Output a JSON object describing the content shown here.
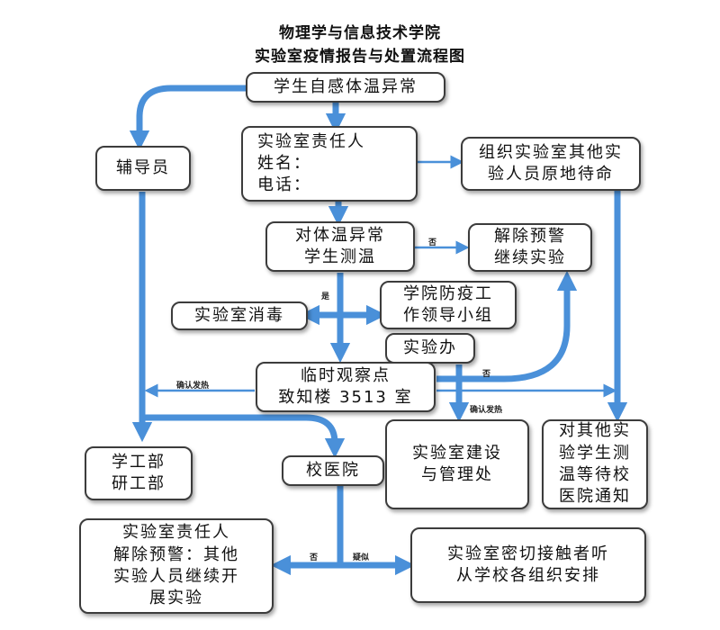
{
  "title": {
    "line1": "物理学与信息技术学院",
    "line2": "实验室疫情报告与处置流程图"
  },
  "nodes": {
    "student_abnormal": "学生自感体温异常",
    "lab_responsible": {
      "line1": "实验室责任人",
      "line2": "姓名：",
      "line3": "电话："
    },
    "counselor": "辅导员",
    "organize_others": {
      "line1": "组织实验室其他实",
      "line2": "验人员原地待命"
    },
    "measure_temp": {
      "line1": "对体温异常",
      "line2": "学生测温"
    },
    "release_warning": {
      "line1": "解除预警",
      "line2": "继续实验"
    },
    "disinfect": "实验室消毒",
    "prevention_group": {
      "line1": "学院防疫工",
      "line2": "作领导小组"
    },
    "lab_office": "实验办",
    "observation_point": {
      "line1": "临时观察点",
      "line2": "致知楼 3513 室"
    },
    "student_affairs": {
      "line1": "学工部",
      "line2": "研工部"
    },
    "hospital": "校医院",
    "lab_construction": {
      "line1": "实验室建设",
      "line2": "与管理处"
    },
    "test_others": {
      "line1": "对其他实",
      "line2": "验学生测",
      "line3": "温等待校",
      "line4": "医院通知"
    },
    "responsible_release": {
      "line1": "实验室责任人",
      "line2": "解除预警：其他",
      "line3": "实验人员继续开",
      "line4": "展实验"
    },
    "close_contacts": {
      "line1": "实验室密切接触者听",
      "line2": "从学校各组织安排"
    }
  },
  "edge_labels": {
    "no_1": "否",
    "yes_1": "是",
    "confirm_fever_left": "确认发热",
    "no_2": "否",
    "confirm_fever_right": "确认发热",
    "no_3": "否",
    "suspected": "疑似"
  },
  "colors": {
    "arrow": "#4a90d9",
    "arrow_dark": "#2f6fb5",
    "border": "#3c3c3c"
  }
}
